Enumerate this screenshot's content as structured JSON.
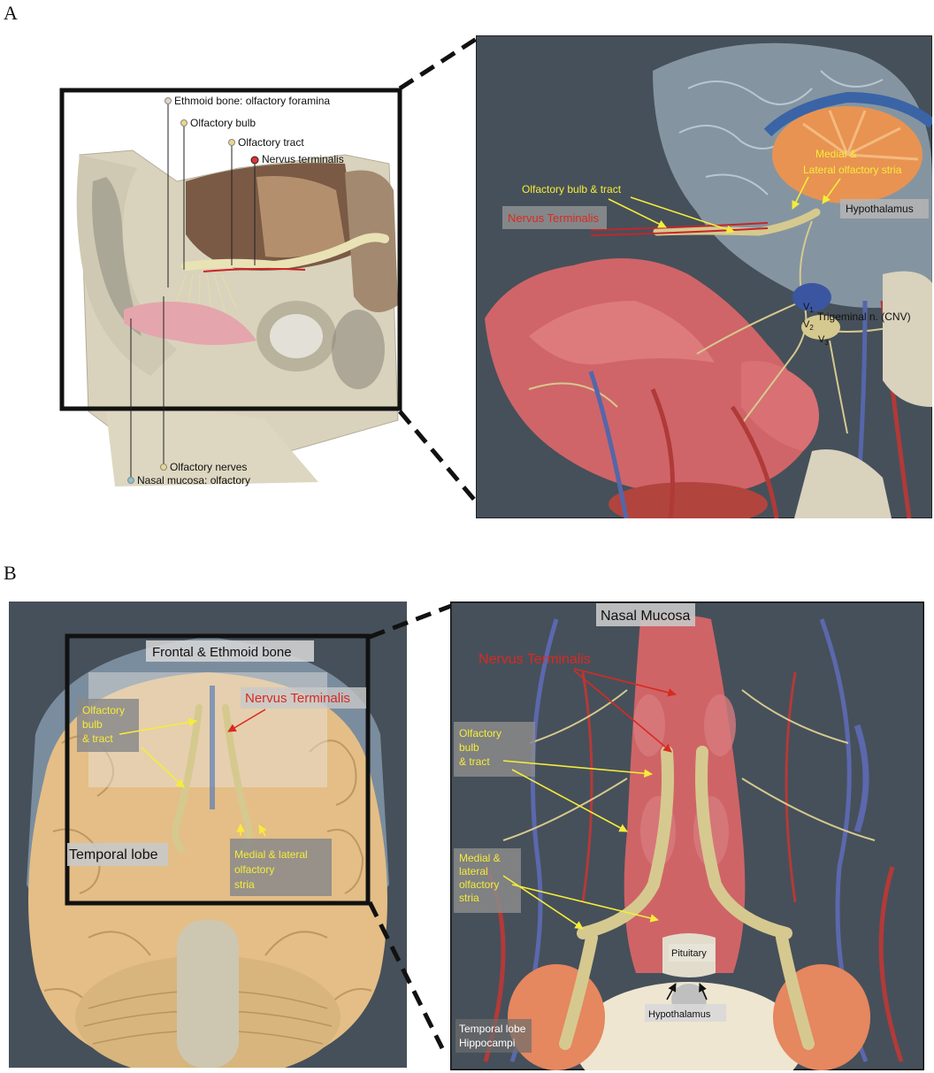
{
  "panel_a": {
    "letter": "A",
    "left_labels": {
      "ethmoid": "Ethmoid bone: olfactory foramina",
      "bulb": "Olfactory bulb",
      "tract": "Olfactory tract",
      "nt": "Nervus terminalis",
      "nerves": "Olfactory nerves",
      "mucosa": "Nasal mucosa: olfactory"
    },
    "right_labels": {
      "bulb_tract": "Olfactory bulb & tract",
      "nt": "Nervus Terminalis",
      "stria_1": "Medial  &",
      "stria_2": "Lateral  olfactory  stria",
      "hypothalamus": "Hypothalamus",
      "v1": "V",
      "v1_sub": "1",
      "v2": "V",
      "v2_sub": "2",
      "v3": "V",
      "v3_sub": "3",
      "trigeminal": "Trigeminal n. (CNV)"
    }
  },
  "panel_b": {
    "letter": "B",
    "left_labels": {
      "frontal": "Frontal & Ethmoid bone",
      "nt": "Nervus Terminalis",
      "bulb_1": "Olfactory",
      "bulb_2": "bulb",
      "bulb_3": "& tract",
      "temporal": "Temporal lobe",
      "stria_1": "Medial  & lateral",
      "stria_2": "olfactory",
      "stria_3": "stria"
    },
    "right_labels": {
      "nasal": "Nasal Mucosa",
      "nt": "Nervus Terminalis",
      "bulb_1": "Olfactory",
      "bulb_2": "bulb",
      "bulb_3": "& tract",
      "stria_1": "Medial  &",
      "stria_2": "lateral",
      "stria_3": "olfactory",
      "stria_4": "stria",
      "pituitary": "Pituitary",
      "hypothalamus": "Hypothalamus",
      "temporal_1": "Temporal lobe",
      "temporal_2": "Hippocampi"
    }
  },
  "colors": {
    "background_dark": "#46505a",
    "label_yellow": "#f6ec3a",
    "label_red": "#d92a22",
    "label_box": "#8a8a8a",
    "nerve_tan": "#d6c98f",
    "mucosa_pink": "#cf6466",
    "brain_tan": "#e4be86",
    "bone": "#dcd7c4"
  }
}
